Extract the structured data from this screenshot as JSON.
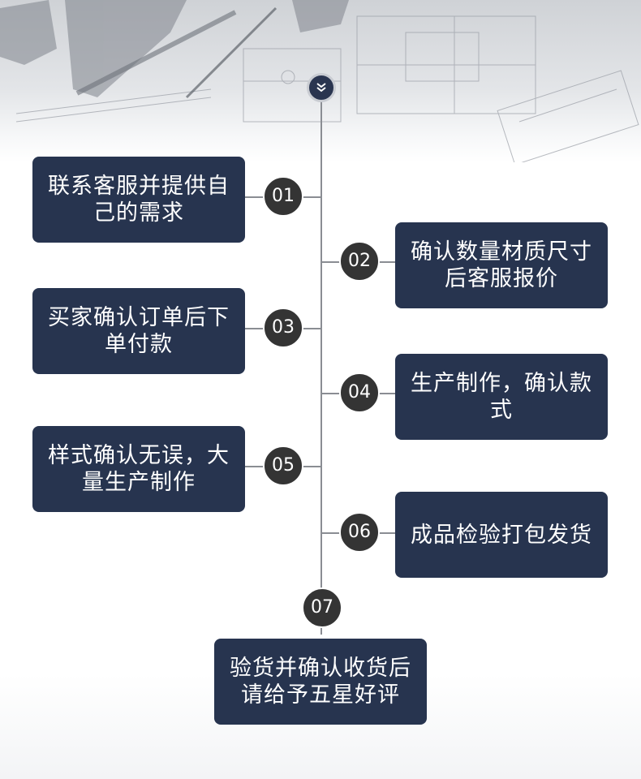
{
  "steps": [
    {
      "number": "01",
      "text": "联系客服并提供自己的需求"
    },
    {
      "number": "02",
      "text": "确认数量材质尺寸后客服报价"
    },
    {
      "number": "03",
      "text": "买家确认订单后下单付款"
    },
    {
      "number": "04",
      "text": "生产制作，确认款式"
    },
    {
      "number": "05",
      "text": "样式确认无误，大量生产制作"
    },
    {
      "number": "06",
      "text": "成品检验打包发货"
    },
    {
      "number": "07",
      "text": "验货并确认收货后请给予五星好评"
    }
  ],
  "colors": {
    "card": "#27344f",
    "number_badge": "#343434",
    "line": "#8a8d93"
  },
  "icons": {
    "top_badge": "double-chevron-down-icon"
  }
}
